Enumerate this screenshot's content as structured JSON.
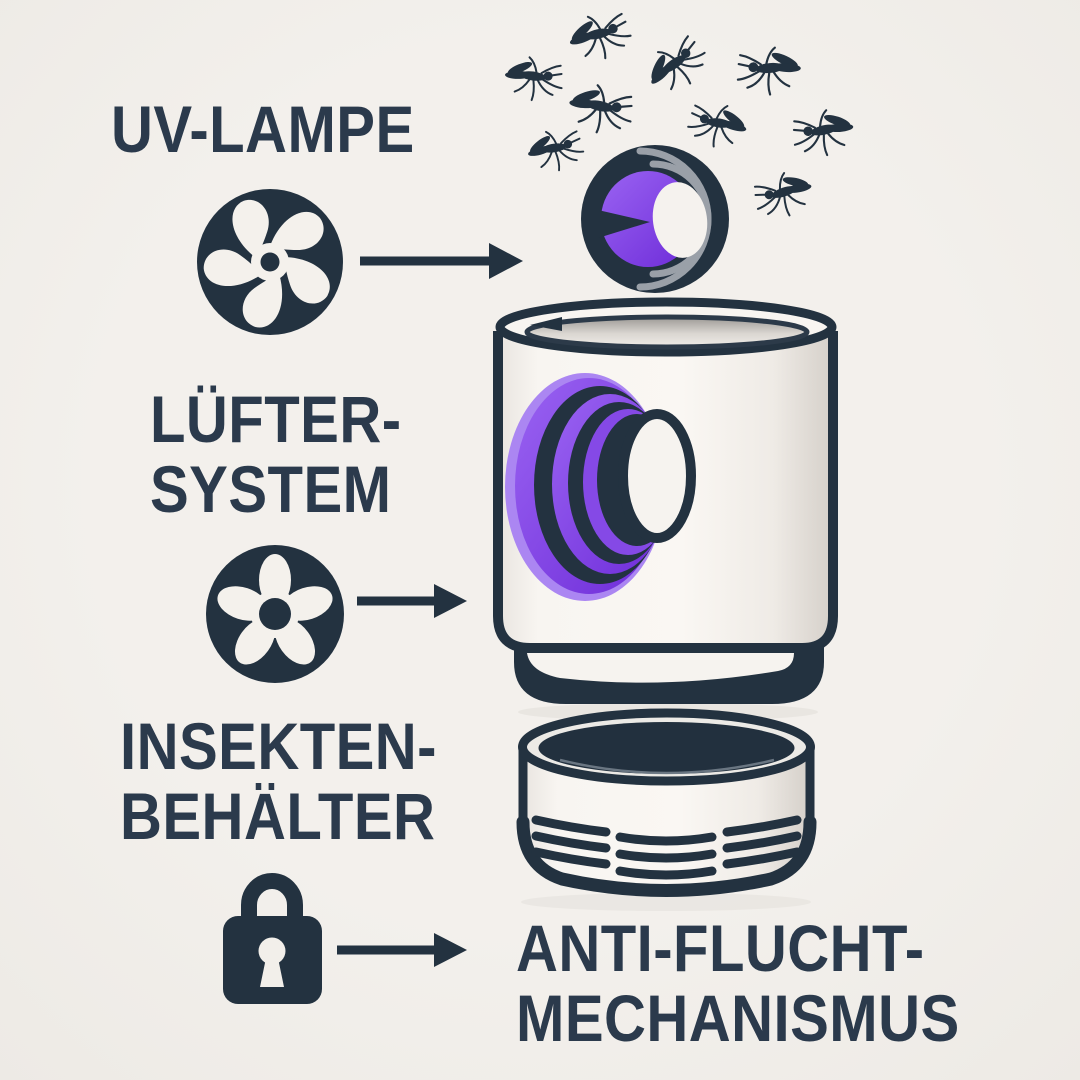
{
  "scene": {
    "background": "#f1eeea",
    "ink": "#233240",
    "text_color": "#2b3a4c",
    "purple": "#7c3aed",
    "purple_light": "#a27af0",
    "gray_arc": "#9aa0a8",
    "body_white": "#f8f5f1"
  },
  "labels": {
    "uv_lamp": "UV-LAMPE",
    "fan_system": [
      "LÜFTER-",
      "SYSTEM"
    ],
    "insect_container": [
      "INSEKTEN-",
      "BEHÄLTER"
    ],
    "anti_escape": [
      "ANTI-FLUCHT-",
      "MECHANISMUS"
    ]
  },
  "icons": {
    "uv_lamp_icon": "fan-icon",
    "fan_system_icon": "fan-icon",
    "insect_container_icon": "lock-icon",
    "pointer": "arrow-right-icon"
  },
  "illustration": {
    "mosquito_count": 9
  }
}
